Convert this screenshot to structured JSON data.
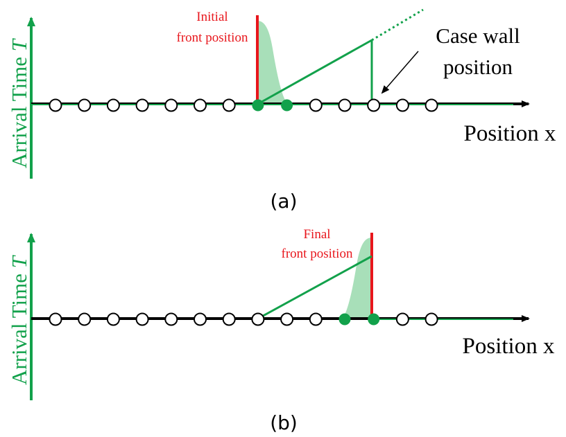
{
  "colors": {
    "green": "#12a14b",
    "green_fill": "#a8dfb9",
    "red": "#e8161c",
    "black": "#000000"
  },
  "panels": [
    {
      "id": "a",
      "caption": "(a)",
      "y_axis_label": "Arrival Time",
      "y_axis_symbol": "T",
      "x_axis_label": "Position x",
      "front_label_line1": "Initial",
      "front_label_line2": "front position",
      "annotation_line1": "Case wall",
      "annotation_line2": "position",
      "nodes": [
        "open",
        "open",
        "open",
        "open",
        "open",
        "open",
        "open",
        "filled",
        "filled",
        "open",
        "open",
        "open",
        "open",
        "open"
      ]
    },
    {
      "id": "b",
      "caption": "(b)",
      "y_axis_label": "Arrival Time",
      "y_axis_symbol": "T",
      "x_axis_label": "Position x",
      "front_label_line1": "Final",
      "front_label_line2": "front position",
      "nodes": [
        "open",
        "open",
        "open",
        "open",
        "open",
        "open",
        "open",
        "open",
        "open",
        "open",
        "filled",
        "filled",
        "open",
        "open"
      ]
    }
  ]
}
